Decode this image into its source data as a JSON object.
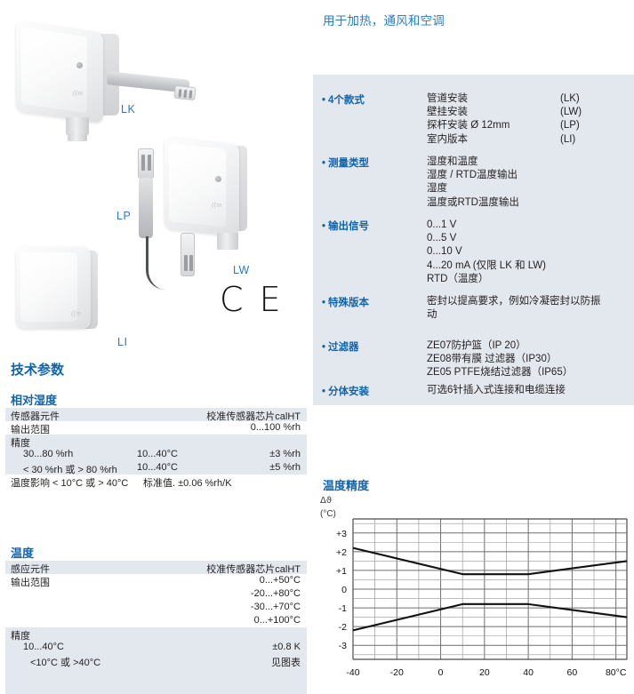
{
  "headline": "用于加热，通风和空调",
  "products": [
    {
      "code": "LK"
    },
    {
      "code": "LP"
    },
    {
      "code": "LW"
    },
    {
      "code": "LI"
    }
  ],
  "ce_mark": "C E",
  "spec_panel": {
    "rows": [
      {
        "key": "4个款式",
        "lines": [
          {
            "text": "管道安装",
            "code": "(LK)"
          },
          {
            "text": "壁挂安装",
            "code": "(LW)"
          },
          {
            "text": "探杆安装 Ø 12mm",
            "code": "(LP)"
          },
          {
            "text": "室内版本",
            "code": "(LI)"
          }
        ]
      },
      {
        "key": "测量类型",
        "lines": [
          {
            "text": "湿度和温度",
            "code": ""
          },
          {
            "text": "湿度 / RTD温度输出",
            "code": ""
          },
          {
            "text": "湿度",
            "code": ""
          },
          {
            "text": "温度或RTD温度输出",
            "code": ""
          }
        ]
      },
      {
        "key": "输出信号",
        "lines": [
          {
            "text": "0...1 V",
            "code": ""
          },
          {
            "text": "0...5 V",
            "code": ""
          },
          {
            "text": "0...10 V",
            "code": ""
          },
          {
            "text": "4...20 mA (仅限 LK 和 LW)",
            "code": ""
          },
          {
            "text": "RTD（温度）",
            "code": ""
          }
        ]
      },
      {
        "key": "特殊版本",
        "wrapped": "密封以提高要求，例如冷凝密封以防振动"
      },
      {
        "key": "过滤器",
        "lines": [
          {
            "text": "ZE07防护篮（IP 20）",
            "code": ""
          },
          {
            "text": "ZE08带有膜 过滤器（IP30）",
            "code": ""
          },
          {
            "text": "ZE05 PTFE烧结过滤器（IP65）",
            "code": ""
          }
        ]
      },
      {
        "key": "分体安装",
        "lines": [
          {
            "text": "可选6针插入式连接和电缆连接",
            "code": ""
          }
        ]
      }
    ]
  },
  "tech": {
    "title": "技术参数",
    "humidity": {
      "title": "相对湿度",
      "rows": [
        {
          "label": "传感器元件",
          "mid": "",
          "value": "校准传感器芯片calHT",
          "shade": true
        },
        {
          "label": "输出范围",
          "mid": "",
          "value": "0...100 %rh",
          "shade": false
        },
        {
          "label": "精度",
          "mid": "",
          "value": "",
          "shade": true
        },
        {
          "label": "30...80 %rh",
          "mid": "10...40°C",
          "value": "±3 %rh",
          "shade": true,
          "indent": 1
        },
        {
          "label": "< 30 %rh 或 > 80 %rh",
          "mid": "10...40°C",
          "value": "±5 %rh",
          "shade": true,
          "indent": 1
        },
        {
          "label": "温度影响 < 10°C 或 > 40°C",
          "mid": "标准值. ±0.06 %rh/K",
          "value": "",
          "shade": false
        }
      ]
    },
    "temperature": {
      "title": "温度",
      "rows": [
        {
          "label": "感应元件",
          "mid": "",
          "value": "校准传感器芯片calHT",
          "shade": true
        },
        {
          "label": "输出范围",
          "mid": "",
          "value": "0...+50°C",
          "shade": false
        },
        {
          "label": "",
          "mid": "",
          "value": "-20...+80°C",
          "shade": false
        },
        {
          "label": "",
          "mid": "",
          "value": "-30...+70°C",
          "shade": false
        },
        {
          "label": "",
          "mid": "",
          "value": "0...+100°C",
          "shade": false
        },
        {
          "label": "精度",
          "mid": "",
          "value": "",
          "shade": true
        },
        {
          "label": "10...40°C",
          "mid": "",
          "value": "±0.8 K",
          "shade": true,
          "indent": 1
        },
        {
          "label": "<10°C 或 >40°C",
          "mid": "",
          "value": "见图表",
          "shade": true,
          "indent": 2
        },
        {
          "label": "",
          "mid": "",
          "value": "",
          "shade": true
        },
        {
          "label": "",
          "mid": "",
          "value": "",
          "shade": true
        }
      ]
    }
  },
  "chart_data": {
    "type": "line",
    "title": "温度精度",
    "ylabel": "Δϑ",
    "yunit": "(°C)",
    "xlabel": "",
    "xunit": "°C",
    "xlim": [
      -40,
      85
    ],
    "ylim": [
      -3.75,
      3.75
    ],
    "yticks": [
      3,
      2,
      1,
      0,
      -1,
      -2,
      -3
    ],
    "ytick_labels": [
      "+3",
      "+2",
      "+1",
      "0",
      "-1",
      "-2",
      "-3"
    ],
    "xticks": [
      -40,
      -20,
      0,
      20,
      40,
      60,
      80
    ],
    "xtick_labels": [
      "-40",
      "-20",
      "0",
      "20",
      "40",
      "60",
      "80°C"
    ],
    "x_minor_step": 10,
    "y_minor_step": 0.5,
    "grid": true,
    "legend": "none",
    "series": [
      {
        "name": "upper-tolerance",
        "x": [
          -40,
          10,
          40,
          85
        ],
        "y": [
          2.2,
          0.8,
          0.8,
          1.5
        ]
      },
      {
        "name": "lower-tolerance",
        "x": [
          -40,
          10,
          40,
          85
        ],
        "y": [
          -2.2,
          -0.8,
          -0.8,
          -1.5
        ]
      }
    ]
  },
  "colors": {
    "brand_blue": "#0f64ad",
    "headline_blue": "#2b7cc4",
    "panel_bg": "#e3e8ee",
    "row_shade": "#e3e8ee"
  }
}
